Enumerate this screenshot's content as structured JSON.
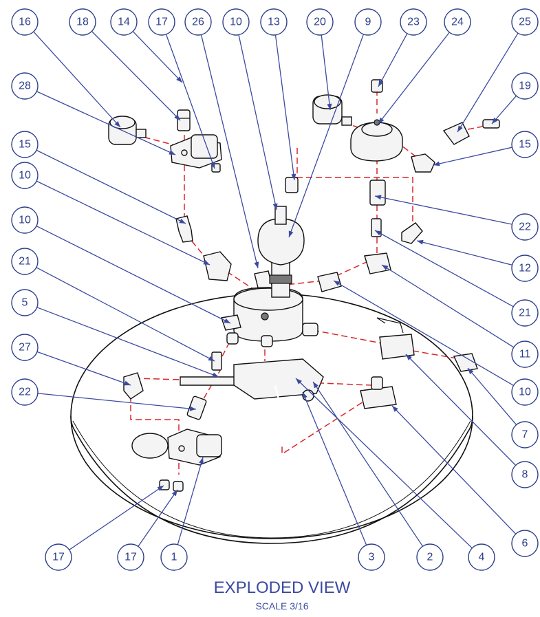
{
  "title": "EXPLODED VIEW",
  "scale": "SCALE 3/16",
  "colors": {
    "balloon": "#2c3e8c",
    "leader": "#3b4aa0",
    "explode_line": "#d9262c",
    "part_outline": "#111111"
  },
  "balloons": [
    {
      "label": "16"
    },
    {
      "label": "18"
    },
    {
      "label": "14"
    },
    {
      "label": "17"
    },
    {
      "label": "26"
    },
    {
      "label": "10"
    },
    {
      "label": "13"
    },
    {
      "label": "20"
    },
    {
      "label": "9"
    },
    {
      "label": "23"
    },
    {
      "label": "24"
    },
    {
      "label": "25"
    },
    {
      "label": "28"
    },
    {
      "label": "19"
    },
    {
      "label": "15"
    },
    {
      "label": "15"
    },
    {
      "label": "10"
    },
    {
      "label": "10"
    },
    {
      "label": "22"
    },
    {
      "label": "21"
    },
    {
      "label": "12"
    },
    {
      "label": "5"
    },
    {
      "label": "21"
    },
    {
      "label": "27"
    },
    {
      "label": "11"
    },
    {
      "label": "10"
    },
    {
      "label": "22"
    },
    {
      "label": "7"
    },
    {
      "label": "8"
    },
    {
      "label": "6"
    },
    {
      "label": "17"
    },
    {
      "label": "17"
    },
    {
      "label": "1"
    },
    {
      "label": "3"
    },
    {
      "label": "2"
    },
    {
      "label": "4"
    }
  ]
}
